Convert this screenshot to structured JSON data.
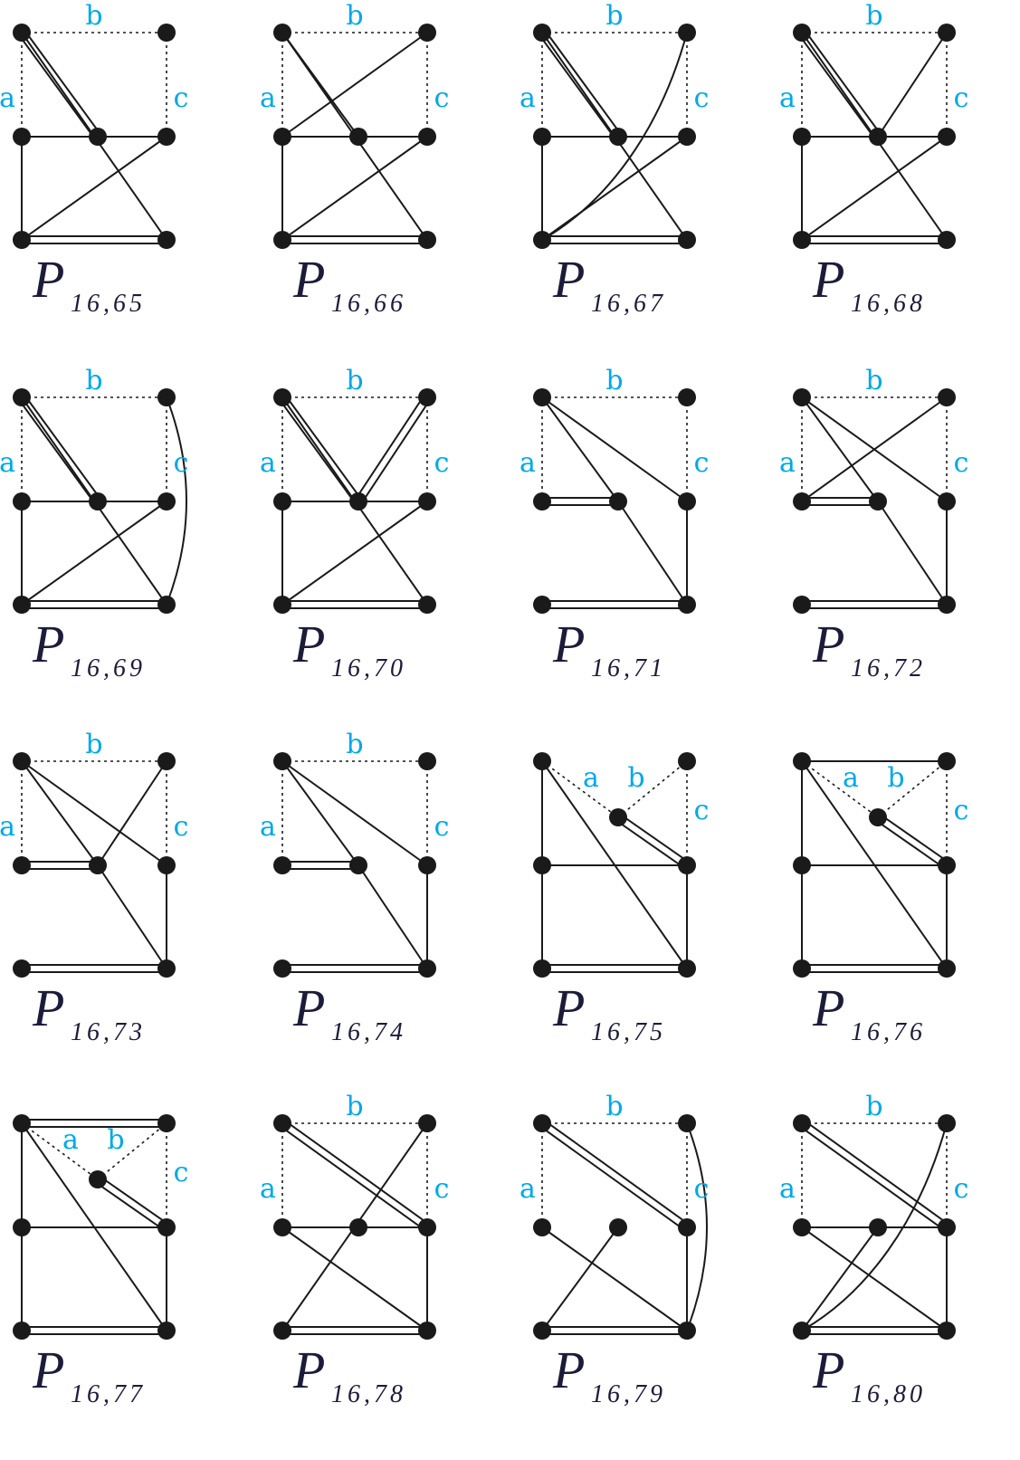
{
  "colors": {
    "edge": "#1a1a1a",
    "label": "#00a8e8",
    "caption": "#1c1c3a"
  },
  "graphs": [
    {
      "main": "P",
      "sub": "16,65",
      "labels": {
        "a": "a",
        "b": "b",
        "c": "c"
      },
      "dashed": [
        [
          "TL",
          "TR"
        ],
        [
          "TL",
          "ML"
        ],
        [
          "TR",
          "MR"
        ]
      ],
      "single": [
        [
          "ML",
          "MM"
        ],
        [
          "MM",
          "MR"
        ],
        [
          "ML",
          "BL"
        ],
        [
          "TL",
          "BR"
        ],
        [
          "BL",
          "MR"
        ]
      ],
      "double": [
        [
          "TL",
          "MM"
        ],
        [
          "BL",
          "BR"
        ]
      ],
      "curves": []
    },
    {
      "main": "P",
      "sub": "16,66",
      "labels": {
        "a": "a",
        "b": "b",
        "c": "c"
      },
      "dashed": [
        [
          "TL",
          "TR"
        ],
        [
          "TL",
          "ML"
        ],
        [
          "TR",
          "MR"
        ]
      ],
      "single": [
        [
          "ML",
          "MM"
        ],
        [
          "MM",
          "MR"
        ],
        [
          "ML",
          "BL"
        ],
        [
          "TL",
          "MM"
        ],
        [
          "TL",
          "BR"
        ],
        [
          "ML",
          "TR"
        ],
        [
          "BL",
          "MR"
        ]
      ],
      "double": [
        [
          "BL",
          "BR"
        ]
      ],
      "curves": []
    },
    {
      "main": "P",
      "sub": "16,67",
      "labels": {
        "a": "a",
        "b": "b",
        "c": "c"
      },
      "dashed": [
        [
          "TL",
          "TR"
        ],
        [
          "TL",
          "ML"
        ],
        [
          "TR",
          "MR"
        ]
      ],
      "single": [
        [
          "ML",
          "MM"
        ],
        [
          "MM",
          "MR"
        ],
        [
          "ML",
          "BL"
        ],
        [
          "TL",
          "BR"
        ],
        [
          "BL",
          "MR"
        ]
      ],
      "double": [
        [
          "TL",
          "MM"
        ],
        [
          "BL",
          "BR"
        ]
      ],
      "curves": [
        [
          "BL",
          "TR",
          "sweep"
        ]
      ]
    },
    {
      "main": "P",
      "sub": "16,68",
      "labels": {
        "a": "a",
        "b": "b",
        "c": "c"
      },
      "dashed": [
        [
          "TL",
          "TR"
        ],
        [
          "TL",
          "ML"
        ],
        [
          "TR",
          "MR"
        ]
      ],
      "single": [
        [
          "ML",
          "MM"
        ],
        [
          "MM",
          "MR"
        ],
        [
          "ML",
          "BL"
        ],
        [
          "TL",
          "BR"
        ],
        [
          "MM",
          "TR"
        ],
        [
          "BL",
          "MR"
        ]
      ],
      "double": [
        [
          "TL",
          "MM"
        ],
        [
          "BL",
          "BR"
        ]
      ],
      "curves": []
    },
    {
      "main": "P",
      "sub": "16,69",
      "labels": {
        "a": "a",
        "b": "b",
        "c": "c"
      },
      "dashed": [
        [
          "TL",
          "TR"
        ],
        [
          "TL",
          "ML"
        ],
        [
          "TR",
          "MR"
        ]
      ],
      "single": [
        [
          "ML",
          "MM"
        ],
        [
          "MM",
          "MR"
        ],
        [
          "ML",
          "BL"
        ],
        [
          "TL",
          "BR"
        ],
        [
          "BL",
          "MR"
        ]
      ],
      "double": [
        [
          "TL",
          "MM"
        ],
        [
          "BL",
          "BR"
        ]
      ],
      "curves": [
        [
          "TR",
          "BR",
          "side"
        ]
      ]
    },
    {
      "main": "P",
      "sub": "16,70",
      "labels": {
        "a": "a",
        "b": "b",
        "c": "c"
      },
      "dashed": [
        [
          "TL",
          "TR"
        ],
        [
          "TL",
          "ML"
        ],
        [
          "TR",
          "MR"
        ]
      ],
      "single": [
        [
          "ML",
          "MM"
        ],
        [
          "MM",
          "MR"
        ],
        [
          "ML",
          "BL"
        ],
        [
          "TL",
          "BR"
        ],
        [
          "BL",
          "MR"
        ]
      ],
      "double": [
        [
          "TL",
          "MM"
        ],
        [
          "TR",
          "MM"
        ],
        [
          "BL",
          "BR"
        ]
      ],
      "curves": []
    },
    {
      "main": "P",
      "sub": "16,71",
      "labels": {
        "a": "a",
        "b": "b",
        "c": "c"
      },
      "dashed": [
        [
          "TL",
          "TR"
        ],
        [
          "TL",
          "ML"
        ],
        [
          "TR",
          "MR"
        ]
      ],
      "single": [
        [
          "TL",
          "MM"
        ],
        [
          "TL",
          "MR"
        ],
        [
          "MM",
          "BR"
        ],
        [
          "MR",
          "BR"
        ]
      ],
      "double": [
        [
          "ML",
          "MM"
        ],
        [
          "BL",
          "BR"
        ]
      ],
      "curves": []
    },
    {
      "main": "P",
      "sub": "16,72",
      "labels": {
        "a": "a",
        "b": "b",
        "c": "c"
      },
      "dashed": [
        [
          "TL",
          "TR"
        ],
        [
          "TL",
          "ML"
        ],
        [
          "TR",
          "MR"
        ]
      ],
      "single": [
        [
          "TL",
          "MM"
        ],
        [
          "TL",
          "MR"
        ],
        [
          "ML",
          "TR"
        ],
        [
          "MM",
          "BR"
        ],
        [
          "MR",
          "BR"
        ]
      ],
      "double": [
        [
          "ML",
          "MM"
        ],
        [
          "BL",
          "BR"
        ]
      ],
      "curves": []
    },
    {
      "main": "P",
      "sub": "16,73",
      "labels": {
        "a": "a",
        "b": "b",
        "c": "c"
      },
      "dashed": [
        [
          "TL",
          "TR"
        ],
        [
          "TL",
          "ML"
        ],
        [
          "TR",
          "MR"
        ]
      ],
      "single": [
        [
          "TL",
          "MM"
        ],
        [
          "TL",
          "MR"
        ],
        [
          "MM",
          "TR"
        ],
        [
          "MM",
          "BR"
        ],
        [
          "MR",
          "BR"
        ]
      ],
      "double": [
        [
          "ML",
          "MM"
        ],
        [
          "BL",
          "BR"
        ]
      ],
      "curves": []
    },
    {
      "main": "P",
      "sub": "16,74",
      "labels": {
        "a": "a",
        "b": "b",
        "c": "c"
      },
      "dashed": [
        [
          "TL",
          "TR"
        ],
        [
          "TL",
          "ML"
        ],
        [
          "TR",
          "MR"
        ]
      ],
      "single": [
        [
          "TL",
          "MM"
        ],
        [
          "TL",
          "MR"
        ],
        [
          "MM",
          "BR"
        ],
        [
          "MR",
          "BR"
        ]
      ],
      "double": [
        [
          "ML",
          "MM"
        ],
        [
          "BL",
          "BR"
        ]
      ],
      "curves": []
    },
    {
      "main": "P",
      "sub": "16,75",
      "labels": {
        "a": "a",
        "b": "b",
        "c": "c"
      },
      "dashed": [
        [
          "TL",
          "C"
        ],
        [
          "C",
          "TR"
        ],
        [
          "TR",
          "MR"
        ]
      ],
      "single": [
        [
          "TL",
          "ML"
        ],
        [
          "ML",
          "BL"
        ],
        [
          "ML",
          "MR"
        ],
        [
          "MR",
          "BR"
        ],
        [
          "TL",
          "BR"
        ]
      ],
      "double": [
        [
          "C",
          "MR"
        ],
        [
          "BL",
          "BR"
        ]
      ],
      "curves": []
    },
    {
      "main": "P",
      "sub": "16,76",
      "labels": {
        "a": "a",
        "b": "b",
        "c": "c"
      },
      "dashed": [
        [
          "TL",
          "C"
        ],
        [
          "C",
          "TR"
        ],
        [
          "TR",
          "MR"
        ]
      ],
      "single": [
        [
          "TL",
          "TR"
        ],
        [
          "TL",
          "ML"
        ],
        [
          "ML",
          "BL"
        ],
        [
          "ML",
          "MR"
        ],
        [
          "MR",
          "BR"
        ],
        [
          "TL",
          "BR"
        ]
      ],
      "double": [
        [
          "C",
          "MR"
        ],
        [
          "BL",
          "BR"
        ]
      ],
      "curves": []
    },
    {
      "main": "P",
      "sub": "16,77",
      "labels": {
        "a": "a",
        "b": "b",
        "c": "c"
      },
      "dashed": [
        [
          "TL",
          "C"
        ],
        [
          "C",
          "TR"
        ],
        [
          "TR",
          "MR"
        ]
      ],
      "single": [
        [
          "TL",
          "ML"
        ],
        [
          "ML",
          "BL"
        ],
        [
          "ML",
          "MR"
        ],
        [
          "MR",
          "BR"
        ],
        [
          "TL",
          "BR"
        ]
      ],
      "double": [
        [
          "TL",
          "TR"
        ],
        [
          "C",
          "MR"
        ],
        [
          "BL",
          "BR"
        ]
      ],
      "curves": []
    },
    {
      "main": "P",
      "sub": "16,78",
      "labels": {
        "a": "a",
        "b": "b",
        "c": "c"
      },
      "dashed": [
        [
          "TL",
          "TR"
        ],
        [
          "TL",
          "ML"
        ],
        [
          "TR",
          "MR"
        ]
      ],
      "single": [
        [
          "ML",
          "MM"
        ],
        [
          "MM",
          "MR"
        ],
        [
          "MR",
          "BR"
        ],
        [
          "ML",
          "BR"
        ],
        [
          "BL",
          "TR"
        ]
      ],
      "double": [
        [
          "TL",
          "MR"
        ],
        [
          "BL",
          "BR"
        ]
      ],
      "curves": []
    },
    {
      "main": "P",
      "sub": "16,79",
      "labels": {
        "a": "a",
        "b": "b",
        "c": "c"
      },
      "dashed": [
        [
          "TL",
          "TR"
        ],
        [
          "TL",
          "ML"
        ],
        [
          "TR",
          "MR"
        ]
      ],
      "single": [
        [
          "MR",
          "BR"
        ],
        [
          "ML",
          "BR"
        ],
        [
          "BL",
          "MM"
        ]
      ],
      "double": [
        [
          "TL",
          "MR"
        ],
        [
          "BL",
          "BR"
        ]
      ],
      "curves": [
        [
          "TR",
          "BR",
          "side"
        ]
      ]
    },
    {
      "main": "P",
      "sub": "16,80",
      "labels": {
        "a": "a",
        "b": "b",
        "c": "c"
      },
      "dashed": [
        [
          "TL",
          "TR"
        ],
        [
          "TL",
          "ML"
        ],
        [
          "TR",
          "MR"
        ]
      ],
      "single": [
        [
          "ML",
          "MR"
        ],
        [
          "MR",
          "BR"
        ],
        [
          "ML",
          "BR"
        ],
        [
          "BL",
          "MM"
        ]
      ],
      "double": [
        [
          "TL",
          "MR"
        ],
        [
          "BL",
          "BR"
        ]
      ],
      "curves": [
        [
          "BL",
          "TR",
          "sweep"
        ]
      ]
    }
  ]
}
